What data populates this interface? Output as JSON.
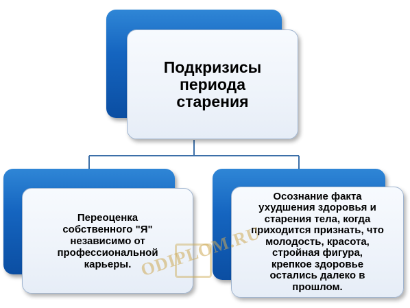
{
  "diagram": {
    "root": {
      "lines": [
        "Подкризисы",
        "периода",
        "старения"
      ]
    },
    "children": [
      {
        "lines": [
          "Переоценка",
          "собственного \"Я\"",
          "независимо от",
          "профессиональной",
          "карьеры."
        ]
      },
      {
        "lines": [
          "Осознание факта",
          "ухудшения здоровья и",
          "старения тела, когда",
          "приходится признать, что",
          "молодость, красота,",
          "стройная фигура,",
          "крепкое здоровье",
          "остались далеко в",
          "прошлом."
        ]
      }
    ]
  },
  "watermark": "ODIPLOM.RU",
  "colors": {
    "box_blue": "#1565c0",
    "card_fill": "#eef3fa",
    "connector": "#3c6fa8"
  }
}
